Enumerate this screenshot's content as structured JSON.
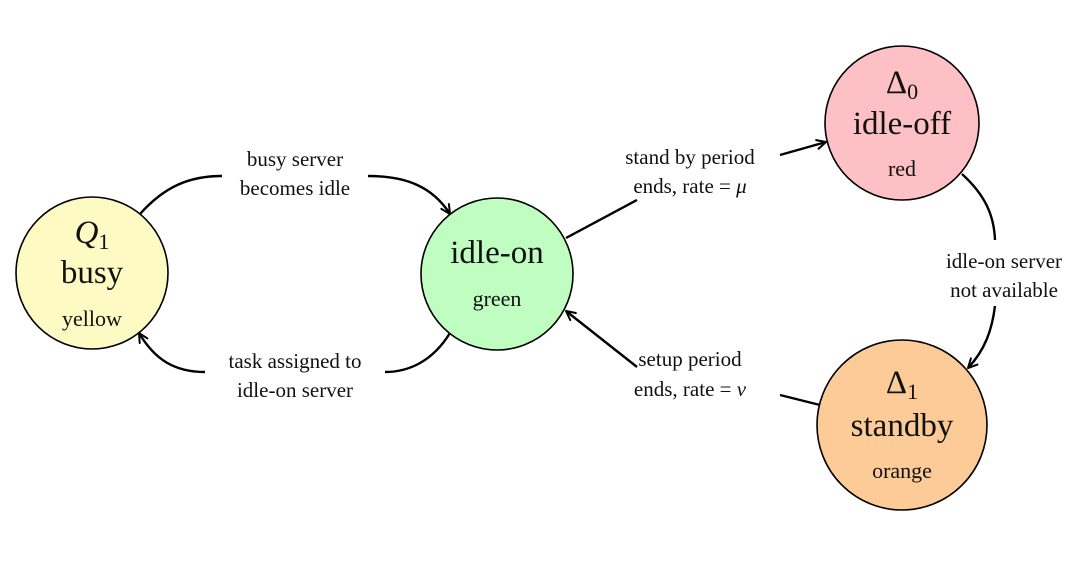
{
  "nodes": {
    "busy": {
      "symbol": "Q",
      "index": "1",
      "label": "busy",
      "color_name": "yellow",
      "fill": "#fdfac4"
    },
    "idle_on": {
      "label": "idle-on",
      "color_name": "green",
      "fill": "#c0fdc0"
    },
    "idle_off": {
      "symbol": "Δ",
      "index": "0",
      "label": "idle-off",
      "color_name": "red",
      "fill": "#fdc0c4"
    },
    "standby": {
      "symbol": "Δ",
      "index": "1",
      "label": "standby",
      "color_name": "orange",
      "fill": "#fdcb98"
    }
  },
  "edges": {
    "busy_to_idle_on": {
      "line1": "busy server",
      "line2": "becomes idle"
    },
    "idle_on_to_busy": {
      "line1": "task assigned to",
      "line2": "idle-on server"
    },
    "idle_on_to_idle_off": {
      "line1": "stand by period",
      "line2_prefix": "ends, rate = ",
      "line2_math": "μ"
    },
    "idle_off_to_standby": {
      "line1": "idle-on server",
      "line2": "not available"
    },
    "standby_to_idle_on": {
      "line1": "setup period",
      "line2_prefix": "ends, rate = ",
      "line2_math": "ν"
    }
  }
}
